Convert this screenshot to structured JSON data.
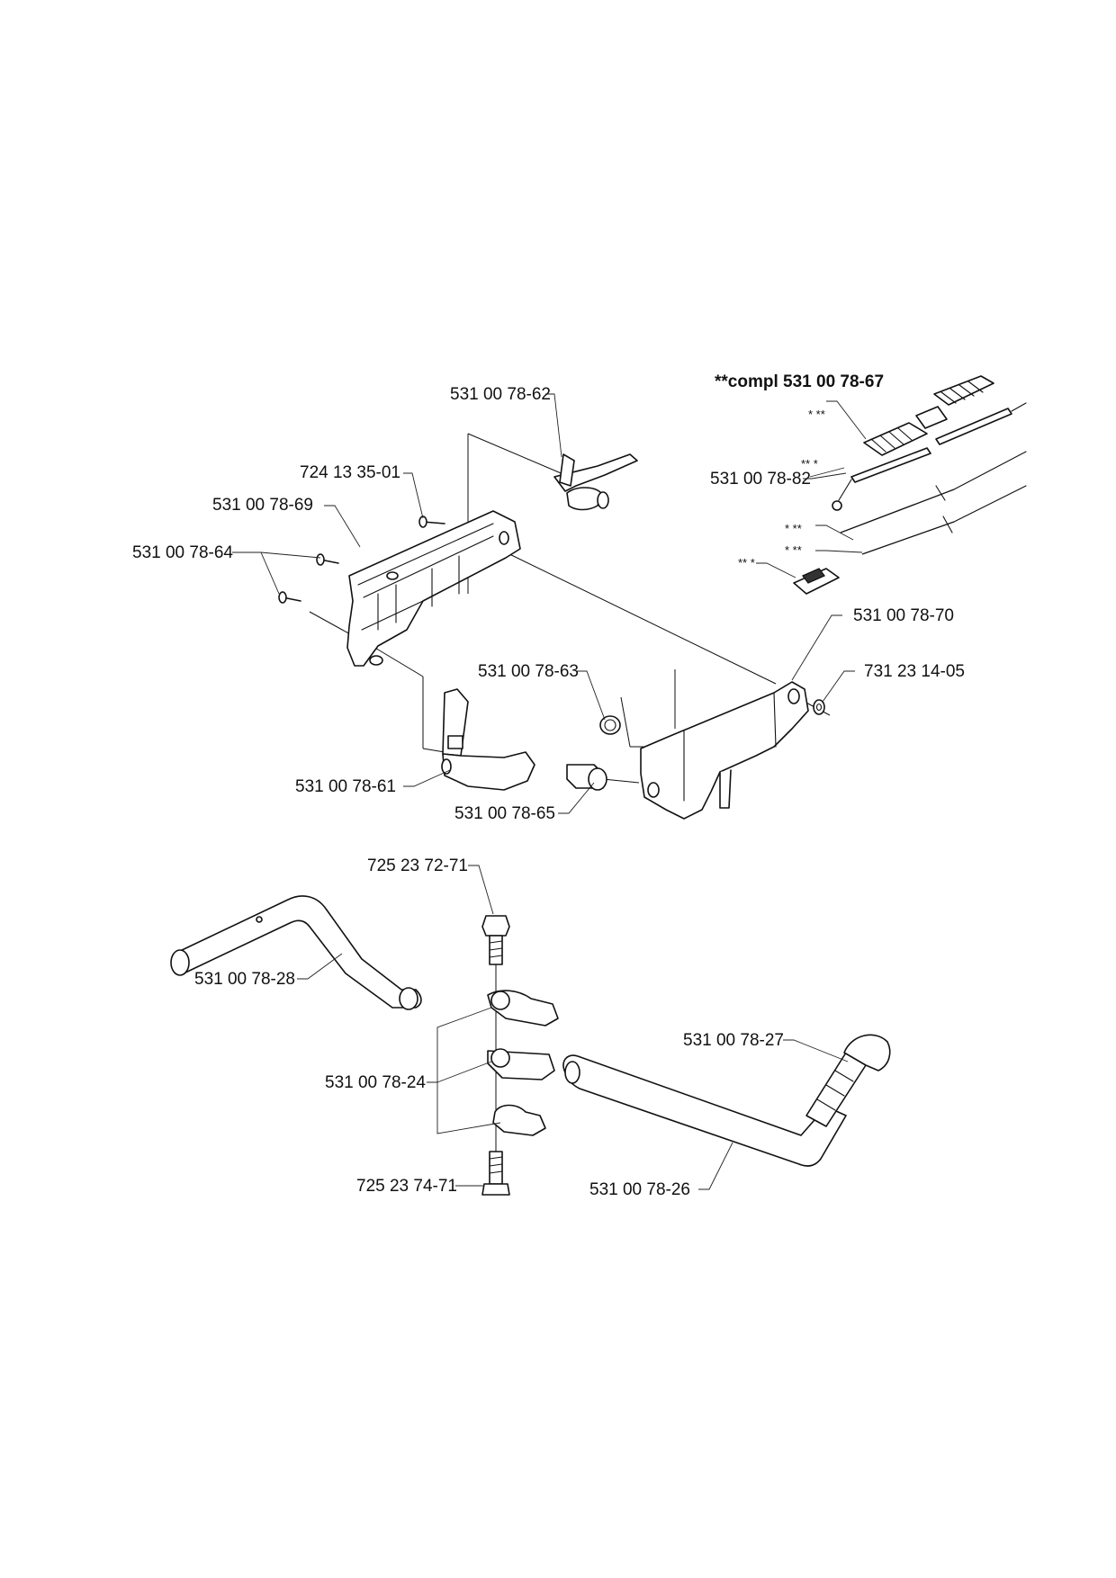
{
  "kit_title": "**compl 531 00 78-67",
  "part_labels": {
    "p62": "531 00 78-62",
    "p724": "724 13 35-01",
    "p69": "531 00 78-69",
    "p64": "531 00 78-64",
    "p82": "531 00 78-82",
    "p70": "531 00 78-70",
    "p63": "531 00 78-63",
    "p731": "731 23 14-05",
    "p61": "531 00 78-61",
    "p65": "531 00 78-65",
    "p72571": "725 23 72-71",
    "p28": "531 00 78-28",
    "p27": "531 00 78-27",
    "p24": "531 00 78-24",
    "p74": "725 23 74-71",
    "p26": "531 00 78-26"
  },
  "kit_marks": {
    "spring": "* **",
    "cable": "** *",
    "wire_a": "* **",
    "wire_b": "* **",
    "clip": "** *"
  }
}
